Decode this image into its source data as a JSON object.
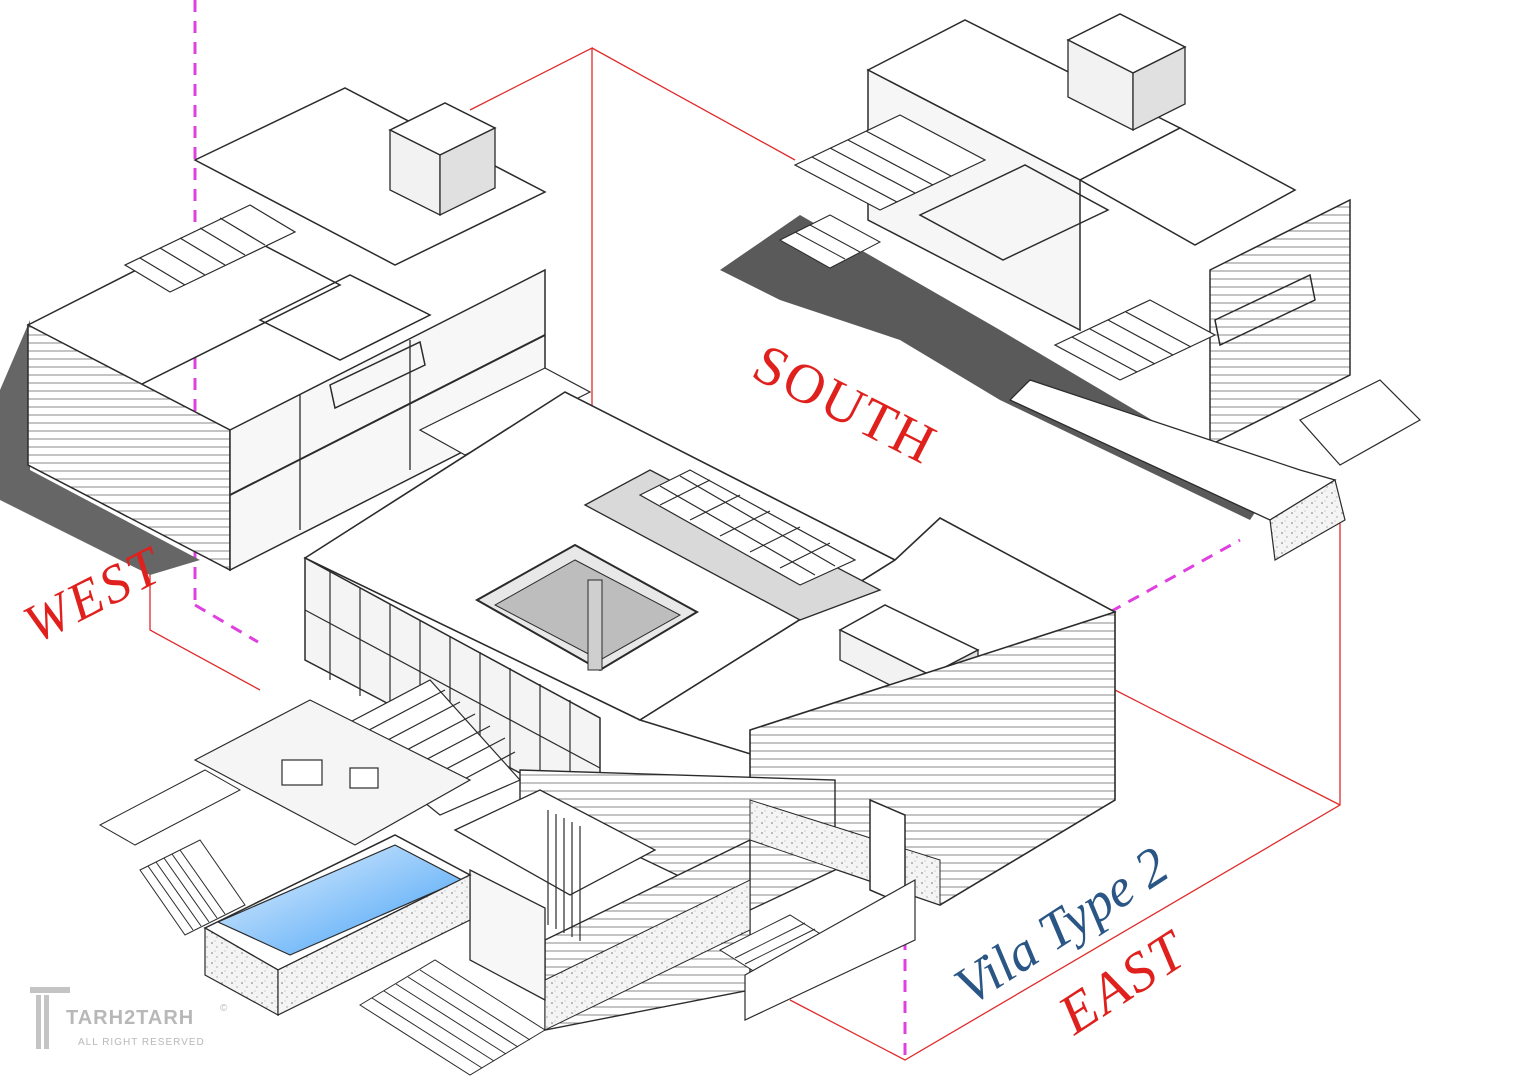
{
  "labels": {
    "south": "SOUTH",
    "west": "WEST",
    "title": "Vila Type 2",
    "east": "EAST"
  },
  "logo": {
    "brand": "TARH2TARH",
    "rights": "ALL RIGHT RESERVED",
    "copyright": "©"
  },
  "colors": {
    "label_red": "#e0201c",
    "title_blue": "#2a5685",
    "guide_red": "#e02b2b",
    "guide_magenta": "#e040e0",
    "pool_light": "#e8f3ff",
    "pool_dark": "#3f9ff5",
    "line": "#2b2b2b",
    "shadow": "#555555"
  }
}
